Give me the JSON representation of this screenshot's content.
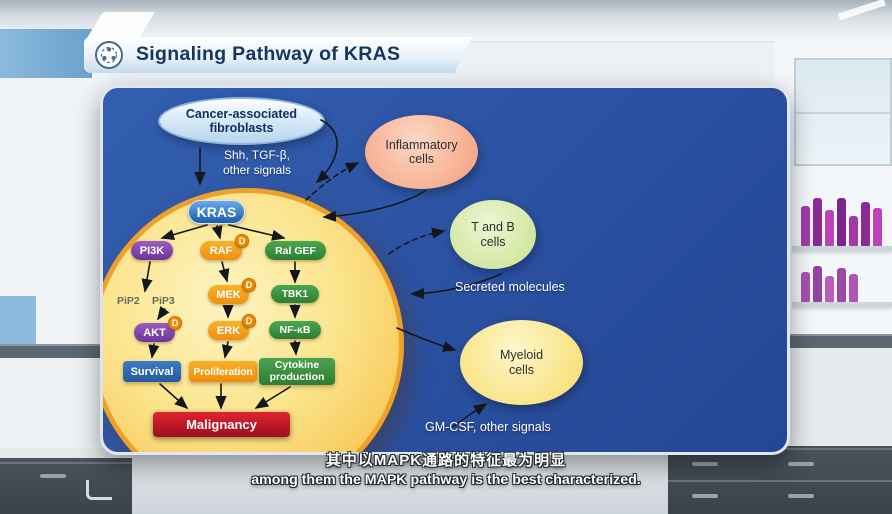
{
  "header": {
    "title": "Signaling Pathway of KRAS"
  },
  "colors": {
    "panel_blue": "#2a4f9f",
    "cell_yellow": "#f8cd60",
    "cell_border": "#efa028",
    "kras_blue": "#1d5cab",
    "malignancy_red": "#c8202e"
  },
  "pathway": {
    "fibroblasts": "Cancer-associated\nfibroblasts",
    "upstream_signals": "Shh, TGF-β,\nother signals",
    "kras": "KRAS",
    "pi3k": "PI3K",
    "raf": "RAF",
    "ralgef": "Ral GEF",
    "pip2": "PiP2",
    "pip3": "PiP3",
    "mek": "MEK",
    "tbk1": "TBK1",
    "akt": "AKT",
    "erk": "ERK",
    "nfkb": "NF-κB",
    "survival": "Survival",
    "proliferation": "Proliferation",
    "cytokine": "Cytokine\nproduction",
    "malignancy": "Malignancy",
    "drug_badge": "D",
    "inflammatory": "Inflammatory\ncells",
    "t_and_b": "T and B\ncells",
    "myeloid": "Myeloid\ncells",
    "secreted": "Secreted molecules",
    "gmcsf": "GM-CSF, other signals"
  },
  "subtitle": {
    "zh": "其中以MAPK通路的特征最为明显",
    "en": "among them the MAPK pathway is the best characterized."
  }
}
